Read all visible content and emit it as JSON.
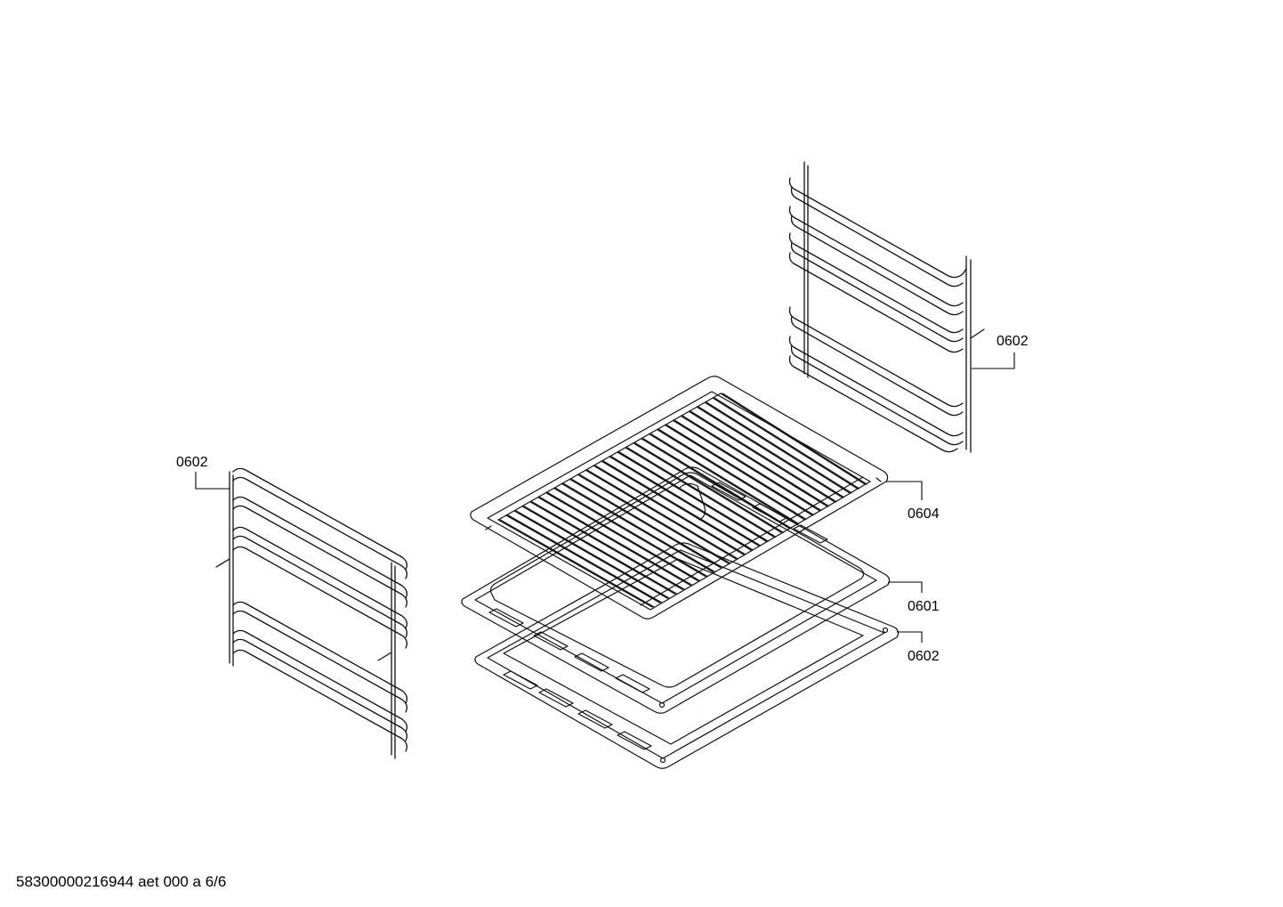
{
  "callouts": {
    "left_rack": "0602",
    "right_rack": "0602",
    "grid_shelf": "0604",
    "baking_tray": "0601",
    "lower_tray": "0602"
  },
  "footer_text": "58300000216944 aet 000 a 6/6"
}
